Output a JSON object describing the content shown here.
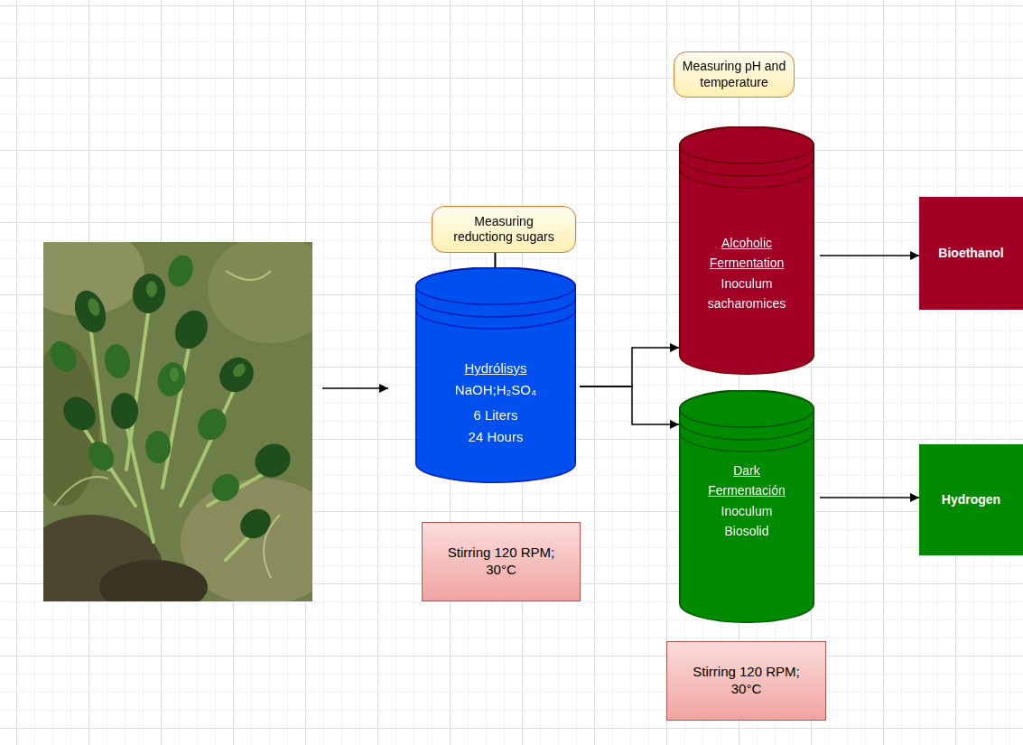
{
  "diagram": {
    "nodes": [
      {
        "text": [
          "Measuring reductiong sugars"
        ]
      },
      {
        "text": [
          "Hydrólisys",
          "NaOH;H₂SO₄",
          "6 Liters",
          "24 Hours"
        ]
      },
      {
        "text": [
          "Stirring 120 RPM; 30°C"
        ]
      },
      {
        "text": [
          "Measuring pH and temperature"
        ]
      },
      {
        "text": [
          "Alcoholic Fermentation",
          "Inoculum sacharomices"
        ]
      },
      {
        "text": [
          "Dark Fermentación",
          "Inoculum Biosolid"
        ]
      },
      {
        "text": [
          "Stirring 120 RPM; 30°C"
        ]
      },
      {
        "text": [
          "Bioethanol"
        ]
      },
      {
        "text": [
          "Hydrogen"
        ]
      }
    ],
    "edges": [
      {
        "from": 0,
        "to": 1,
        "arrow": "none"
      },
      {
        "from": 1,
        "to": 4,
        "arrow": "to"
      },
      {
        "from": 1,
        "to": 5,
        "arrow": "to"
      },
      {
        "from": 4,
        "to": 7,
        "arrow": "to"
      },
      {
        "from": 5,
        "to": 8,
        "arrow": "to"
      }
    ]
  }
}
